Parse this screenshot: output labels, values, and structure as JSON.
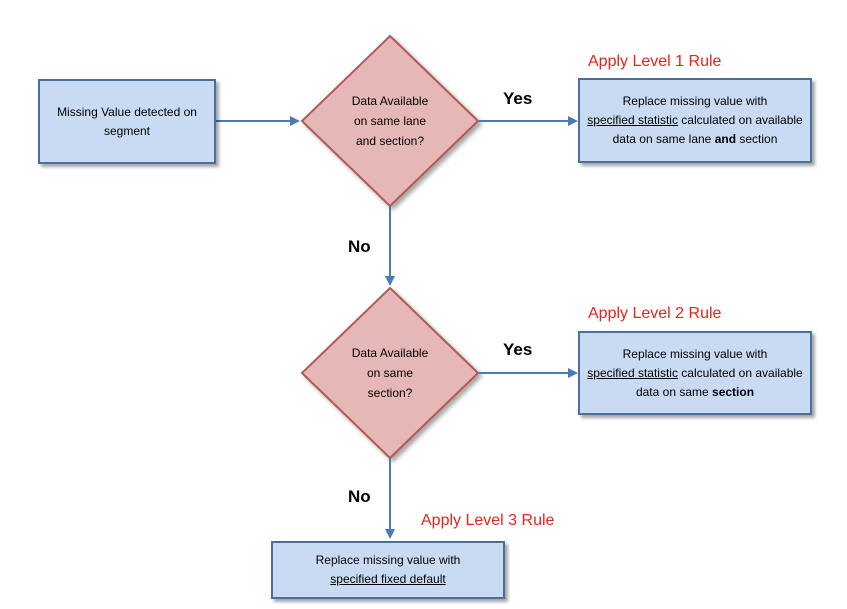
{
  "start_box": {
    "text": "Missing Value detected on segment"
  },
  "decision1": {
    "text": "Data Available on same lane and section?"
  },
  "decision2": {
    "text": "Data Available on same section?"
  },
  "edges": {
    "d1_yes": "Yes",
    "d1_no": "No",
    "d2_yes": "Yes",
    "d2_no": "No"
  },
  "rules": {
    "level1": "Apply Level 1 Rule",
    "level2": "Apply Level 2 Rule",
    "level3": "Apply Level 3 Rule"
  },
  "level1_box": {
    "line1": "Replace missing value with",
    "stat": "specified statistic",
    "mid": " calculated on available data on same lane ",
    "and": "and",
    "end": " section"
  },
  "level2_box": {
    "line1": "Replace missing value with",
    "stat": "specified statistic",
    "mid": " calculated on available data on same ",
    "section": "section"
  },
  "level3_box": {
    "line1": "Replace missing value with",
    "default": "specified fixed default"
  },
  "colors": {
    "box_fill": "#c9daf3",
    "box_border": "#4a6f9c",
    "diamond_fill": "#e5b8b7",
    "diamond_border": "#b05a57",
    "arrow": "#4a7ab8",
    "rule_text": "#e8231d"
  }
}
